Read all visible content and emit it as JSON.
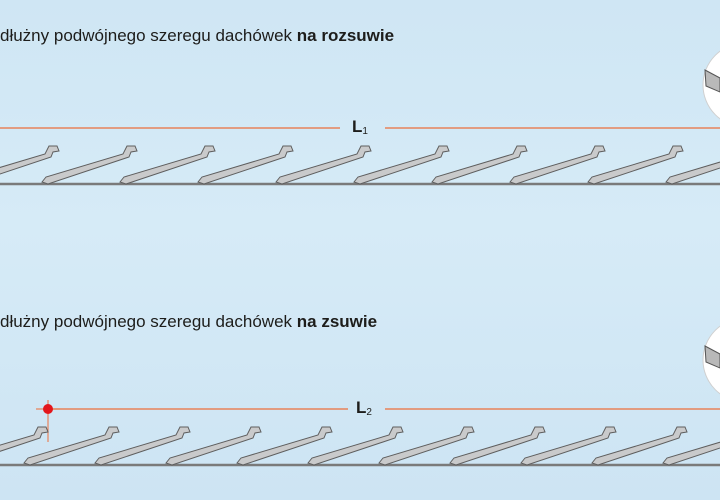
{
  "top": {
    "caption_prefix": "dłużny podwójnego szeregu dachówek ",
    "caption_bold": "na rozsuwie",
    "dim_letter": "L",
    "dim_sub": "1"
  },
  "bottom": {
    "caption_prefix": "dłużny podwójnego szeregu dachówek ",
    "caption_bold": "na zsuwie",
    "dim_letter": "L",
    "dim_sub": "2"
  },
  "colors": {
    "dimension_line": "#e8825a",
    "tile_fill": "#c9cacb",
    "tile_stroke": "#5e5e5e",
    "marker": "#e3161b"
  }
}
